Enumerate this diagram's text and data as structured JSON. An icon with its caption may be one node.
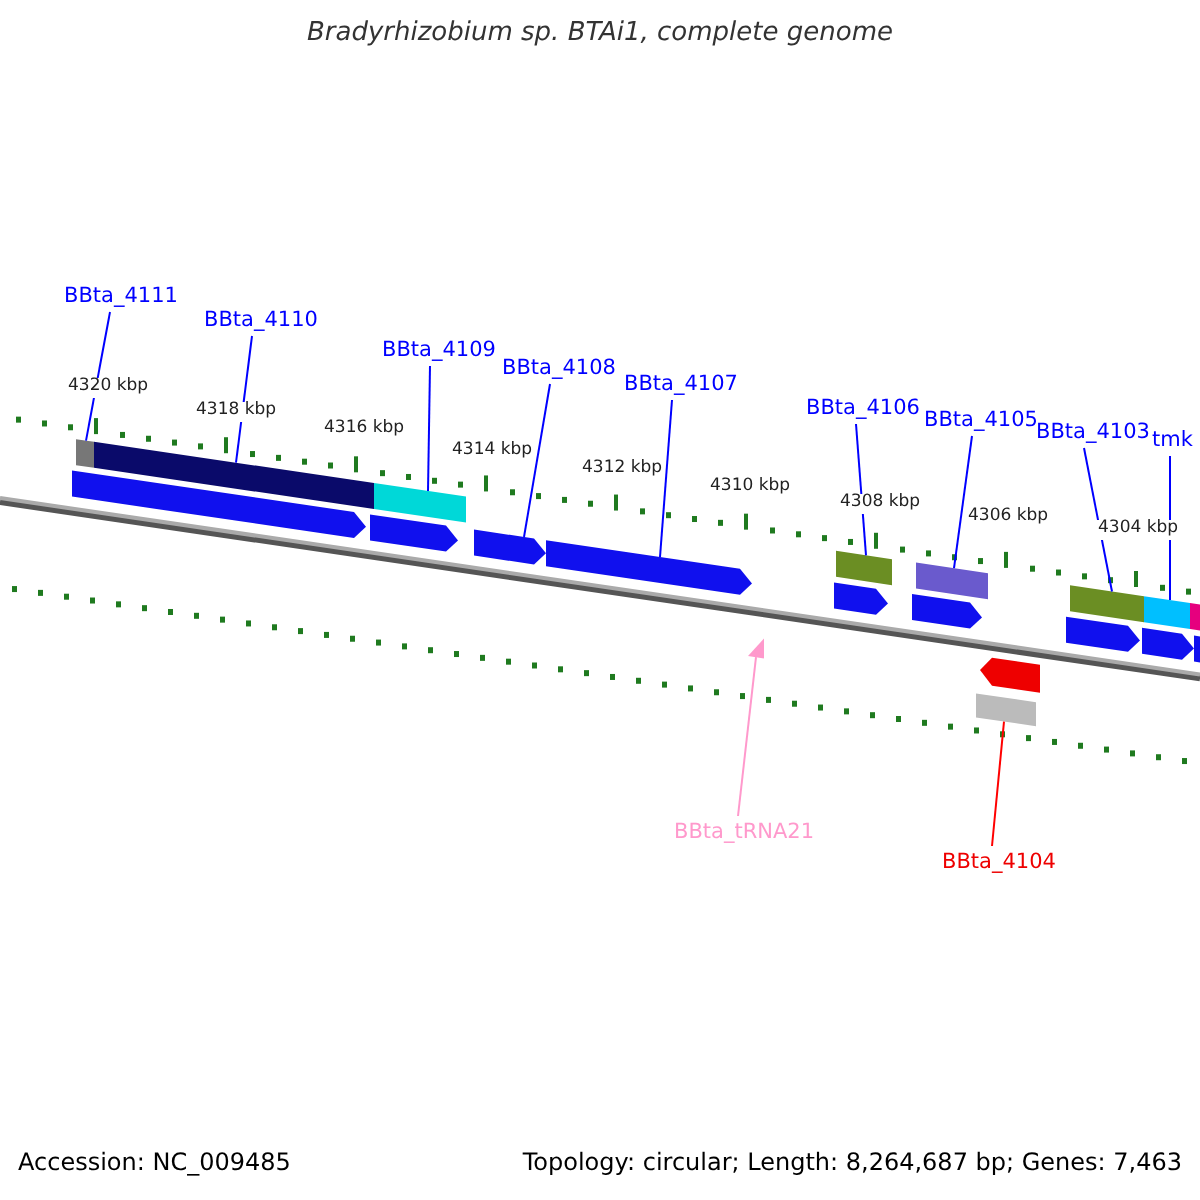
{
  "diagram": {
    "title": "Bradyrhizobium sp. BTAi1, complete genome",
    "nodes": [
      {
        "text": [
          "BBta_4111"
        ]
      },
      {
        "text": [
          "BBta_4110"
        ]
      },
      {
        "text": [
          "BBta_4109"
        ]
      },
      {
        "text": [
          "BBta_4108"
        ]
      },
      {
        "text": [
          "BBta_4107"
        ]
      },
      {
        "text": [
          "BBta_4106"
        ]
      },
      {
        "text": [
          "BBta_4105"
        ]
      },
      {
        "text": [
          "BBta_4103"
        ]
      },
      {
        "text": [
          "tmk"
        ]
      },
      {
        "text": [
          "BBta_tRNA21"
        ]
      },
      {
        "text": [
          "BBta_4104"
        ]
      },
      {
        "text": [],
        "shape": "bar"
      },
      {
        "text": [],
        "shape": "bar"
      },
      {
        "text": [],
        "shape": "arrow"
      },
      {
        "text": [],
        "shape": "bar"
      },
      {
        "text": [],
        "shape": "arrow"
      },
      {
        "text": [],
        "shape": "arrow"
      },
      {
        "text": [],
        "shape": "arrow"
      },
      {
        "text": [],
        "shape": "triangle"
      },
      {
        "text": [],
        "shape": "bar"
      },
      {
        "text": [],
        "shape": "arrow"
      },
      {
        "text": [],
        "shape": "bar"
      },
      {
        "text": [],
        "shape": "arrow"
      },
      {
        "text": [],
        "shape": "bar"
      },
      {
        "text": [],
        "shape": "arrow"
      },
      {
        "text": [],
        "shape": "bar"
      },
      {
        "text": [],
        "shape": "arrow"
      },
      {
        "text": [],
        "shape": "bar"
      },
      {
        "text": [],
        "shape": "arrow"
      },
      {
        "text": [],
        "shape": "bar"
      },
      {
        "text": [],
        "shape": "bar"
      }
    ],
    "edges": [
      {
        "from": 0,
        "to": 11,
        "arrow": "none"
      },
      {
        "from": 1,
        "to": 12,
        "arrow": "none"
      },
      {
        "from": 2,
        "to": 14,
        "arrow": "none"
      },
      {
        "from": 3,
        "to": 16,
        "arrow": "none"
      },
      {
        "from": 4,
        "to": 17,
        "arrow": "none"
      },
      {
        "from": 5,
        "to": 19,
        "arrow": "none"
      },
      {
        "from": 6,
        "to": 21,
        "arrow": "none"
      },
      {
        "from": 7,
        "to": 25,
        "arrow": "none"
      },
      {
        "from": 8,
        "to": 27,
        "arrow": "none"
      },
      {
        "from": 9,
        "to": 18,
        "arrow": "none",
        "color": "#ff99cc"
      },
      {
        "from": 10,
        "to": 23,
        "arrow": "none",
        "color": "#ff0000"
      }
    ],
    "labels": [
      "4320 kbp",
      "4318 kbp",
      "4316 kbp",
      "4314 kbp",
      "4312 kbp",
      "4310 kbp",
      "4308 kbp",
      "4306 kbp",
      "4304 kbp",
      "Accession: NC_009485",
      "Topology: circular; Length: 8,264,687 bp; Genes: 7,463"
    ]
  }
}
